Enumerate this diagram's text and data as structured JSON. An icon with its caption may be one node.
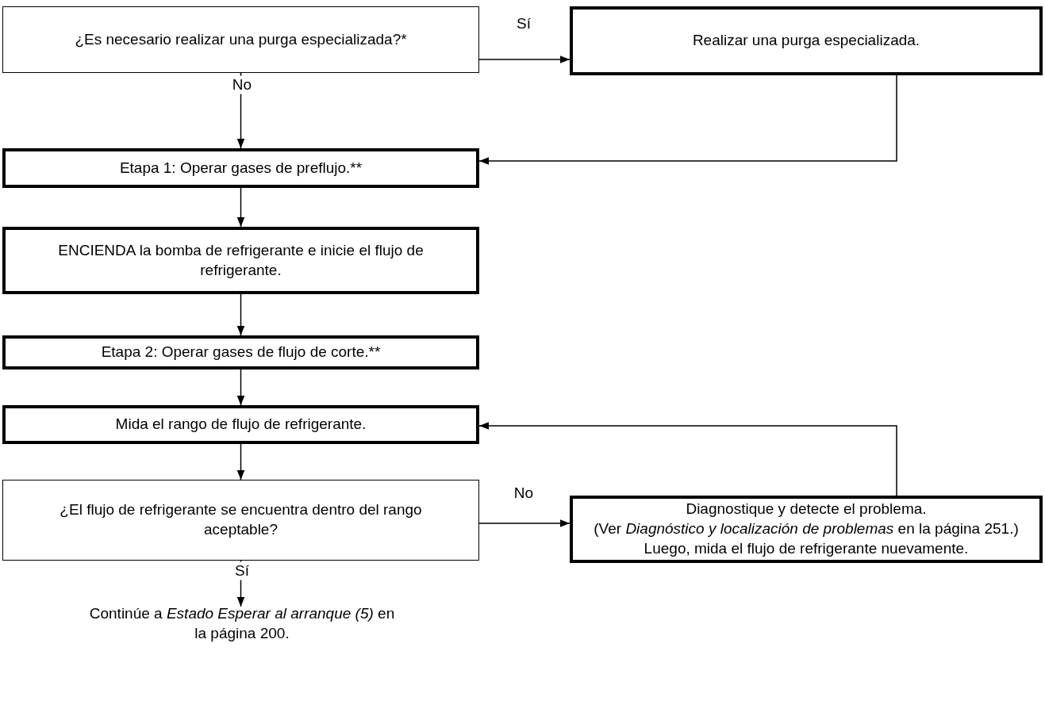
{
  "diagram": {
    "nodes": [
      {
        "text": [
          "¿Es necesario realizar una purga especializada?*"
        ]
      },
      {
        "text": [
          "Realizar una purga especializada."
        ]
      },
      {
        "text": [
          "Etapa 1: Operar gases de preflujo.**"
        ]
      },
      {
        "text": [
          "ENCIENDA la bomba de refrigerante e inicie el flujo de refrigerante."
        ]
      },
      {
        "text": [
          "Etapa 2: Operar gases de flujo de corte.**"
        ]
      },
      {
        "text": [
          "Mida el rango de flujo de refrigerante."
        ]
      },
      {
        "text": [
          "¿El flujo de refrigerante se encuentra dentro del rango aceptable?"
        ]
      },
      {
        "text": [
          "Diagnostique y detecte el problema.",
          "(Ver *Diagnóstico y localización de problemas* en la página 251.) Luego, mida el flujo de refrigerante nuevamente."
        ]
      },
      {
        "text": [
          "Continúe a *Estado Esperar al arranque (5)* en la página 200."
        ]
      }
    ],
    "edges": [
      {
        "from": 0,
        "to": 1,
        "arrow": "to",
        "label": "Sí"
      },
      {
        "from": 0,
        "to": 2,
        "arrow": "to",
        "label": "No"
      },
      {
        "from": 1,
        "to": 2,
        "arrow": "to"
      },
      {
        "from": 2,
        "to": 3,
        "arrow": "to"
      },
      {
        "from": 3,
        "to": 4,
        "arrow": "to"
      },
      {
        "from": 4,
        "to": 5,
        "arrow": "to"
      },
      {
        "from": 5,
        "to": 6,
        "arrow": "to"
      },
      {
        "from": 6,
        "to": 7,
        "arrow": "to",
        "label": "No"
      },
      {
        "from": 7,
        "to": 5,
        "arrow": "to"
      },
      {
        "from": 6,
        "to": 8,
        "arrow": "to",
        "label": "Sí"
      }
    ]
  }
}
